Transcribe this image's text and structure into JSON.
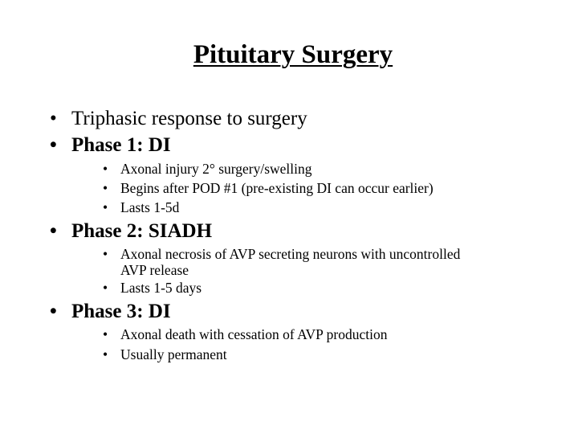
{
  "slide": {
    "title": "Pituitary Surgery",
    "bullets": [
      {
        "text": "Triphasic response to surgery",
        "bold": false
      },
      {
        "text": "Phase 1: DI",
        "bold": true,
        "sub": [
          "Axonal injury 2° surgery/swelling",
          "Begins after POD #1 (pre-existing DI can occur earlier)",
          "Lasts 1-5d"
        ]
      },
      {
        "text": "Phase 2: SIADH",
        "bold": true,
        "sub": [
          "Axonal necrosis of AVP secreting neurons with uncontrolled",
          "AVP release",
          "Lasts 1-5 days"
        ]
      },
      {
        "text": "Phase 3: DI",
        "bold": true,
        "sub": [
          "Axonal death with cessation of AVP production",
          "Usually permanent"
        ]
      }
    ],
    "bullet_glyph": "•"
  }
}
